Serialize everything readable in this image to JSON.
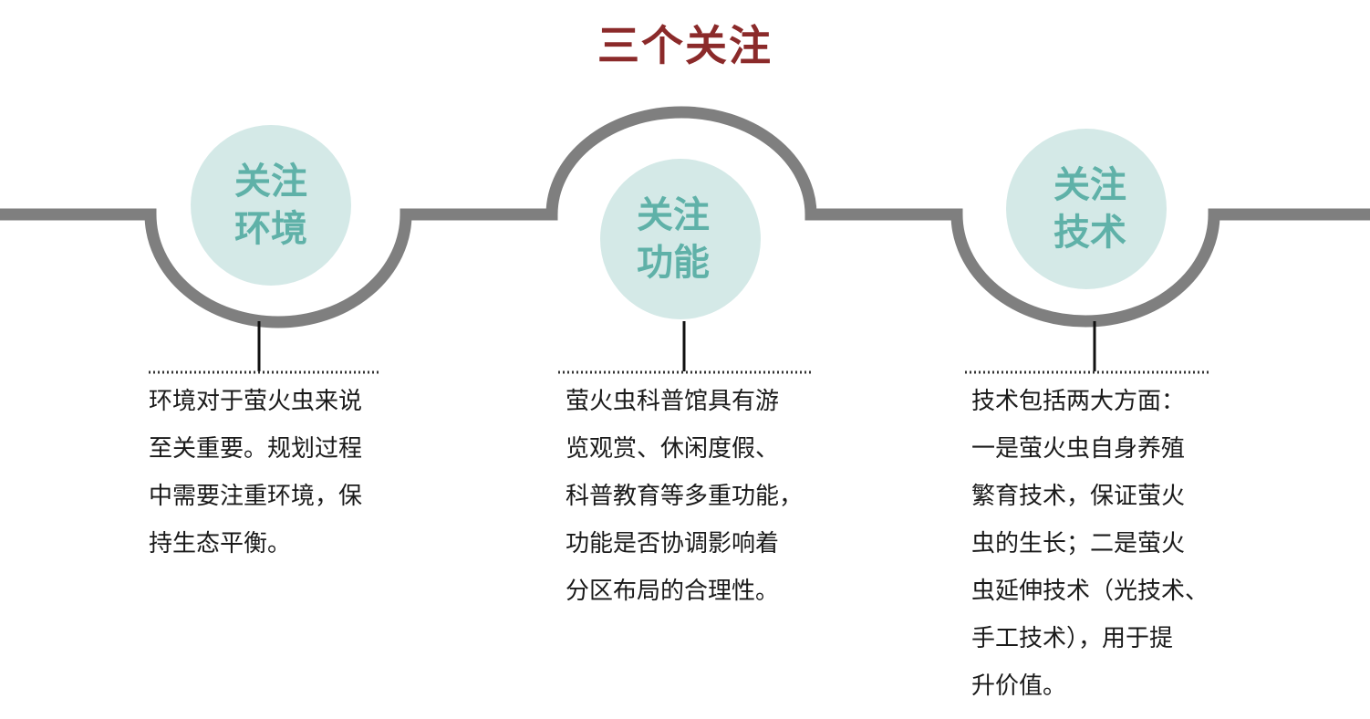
{
  "title": "三个关注",
  "colors": {
    "title": "#8b2a2a",
    "track": "#7f7f7f",
    "circle_fill": "#d4e9e7",
    "circle_text": "#5fb1a8",
    "connector": "#111111",
    "body_text": "#1a1a1a"
  },
  "nodes": [
    {
      "label_lines": [
        "关注",
        "环境"
      ],
      "description_lines": [
        "环境对于萤火虫来说",
        "至关重要。规划过程",
        "中需要注重环境，保",
        "持生态平衡。"
      ]
    },
    {
      "label_lines": [
        "关注",
        "功能"
      ],
      "description_lines": [
        "萤火虫科普馆具有游",
        "览观赏、休闲度假、",
        "科普教育等多重功能，",
        "功能是否协调影响着",
        "分区布局的合理性。"
      ]
    },
    {
      "label_lines": [
        "关注",
        "技术"
      ],
      "description_lines": [
        "技术包括两大方面：",
        "一是萤火虫自身养殖",
        "繁育技术，保证萤火",
        "虫的生长；二是萤火",
        "虫延伸技术（光技术、",
        "手工技术），用于提",
        "升价值。"
      ]
    }
  ]
}
